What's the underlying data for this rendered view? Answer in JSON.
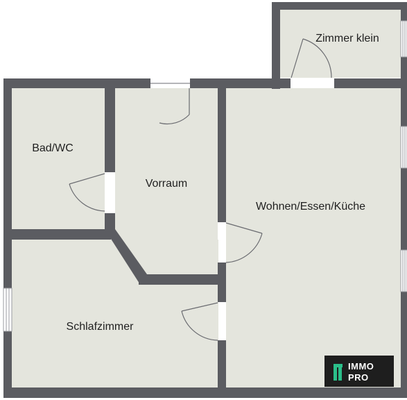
{
  "colors": {
    "floor": "#e4e5dd",
    "wall": "#5b5c61",
    "window": "#ffffff",
    "door_line": "#6a6b70",
    "logo_bg": "#1e1e1e",
    "logo_accent": "#2bbf8a"
  },
  "rooms": {
    "zimmer_klein": "Zimmer klein",
    "bad_wc": "Bad/WC",
    "vorraum": "Vorraum",
    "wohnen": "Wohnen/Essen/Küche",
    "schlafzimmer": "Schlafzimmer"
  },
  "logo": {
    "line1": "IMMO",
    "line2": "PRO"
  }
}
